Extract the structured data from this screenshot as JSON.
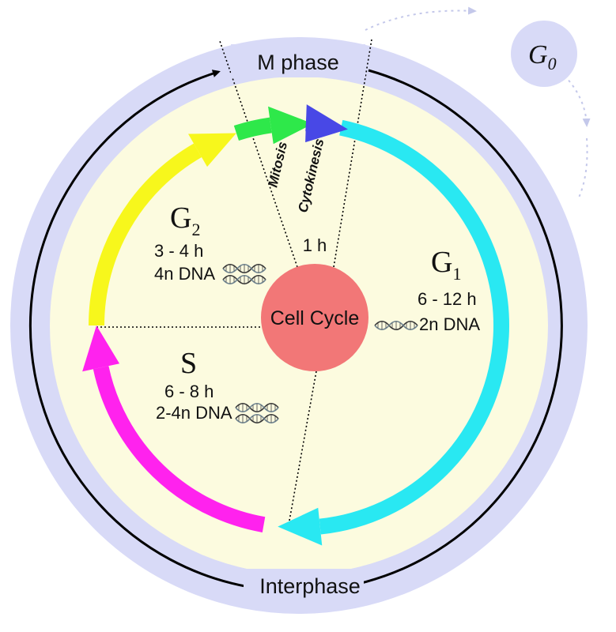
{
  "labels": {
    "m_phase": "M phase",
    "interphase": "Interphase",
    "g0_letter": "G",
    "g0_sub": "0",
    "center": "Cell Cycle",
    "mitosis": "Mitosis",
    "cytokinesis": "Cytokinesis",
    "m_duration": "1 h"
  },
  "phases": {
    "g1": {
      "letter": "G",
      "sub": "1",
      "duration": "6 - 12 h",
      "dna": "2n DNA"
    },
    "g2": {
      "letter": "G",
      "sub": "2",
      "duration": "3 - 4 h",
      "dna": "4n DNA"
    },
    "s": {
      "letter": "S",
      "duration": "6 - 8 h",
      "dna": "2-4n DNA"
    }
  },
  "colors": {
    "outer_ring": "#d8daf7",
    "inner_disc": "#fcfbdf",
    "center_circle": "#f27777",
    "g1_arrow": "#29e8f2",
    "s_arrow": "#ff22ee",
    "g2_arrow": "#f7f71c",
    "mitosis_arrow": "#2ee84a",
    "cytokinesis_arrow": "#4848e6",
    "g0_bubble": "#d8daf7",
    "dotted_path": "#c4c8ea"
  },
  "icons": [
    "dna-helix-icon"
  ]
}
